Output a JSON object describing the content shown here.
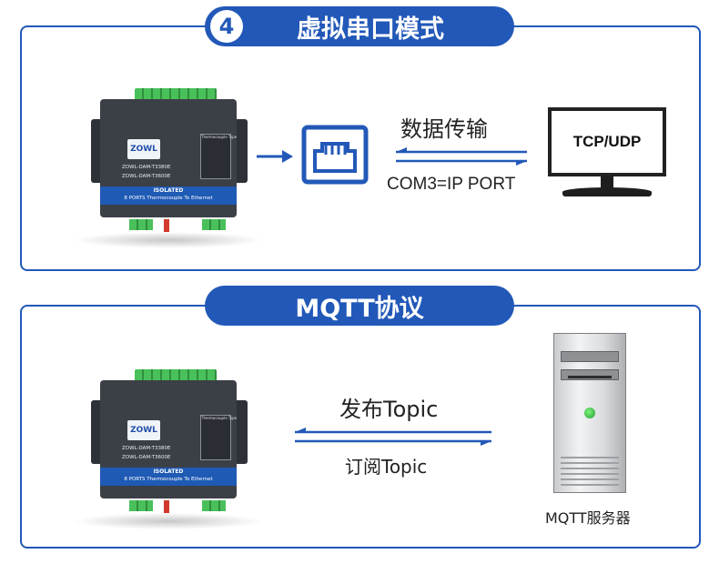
{
  "section1": {
    "number": "4",
    "title": "虚拟串口模式",
    "transfer_label": "数据传输",
    "com_label": "COM3=IP PORT",
    "monitor_text": "TCP/UDP"
  },
  "section2": {
    "title": "MQTT协议",
    "publish_label": "发布Topic",
    "subscribe_label": "订阅Topic",
    "server_label": "MQTT服务器"
  },
  "device": {
    "logo": "ZOWL",
    "model_1": "ZOWL-DAM-T3380E",
    "model_2": "ZOWL-DAM-T3600E",
    "band_line1": "ISOLATED",
    "band_line2": "8 PORTS Thermocouple To Ethernet",
    "panel_label": "Thermocouple Type"
  },
  "colors": {
    "primary": "#2258b8",
    "terminal_green": "#49c05a",
    "device_body": "#3b3f46",
    "led_green": "#1f9f33"
  },
  "icons": {
    "ethernet_port": "ethernet-port-icon",
    "arrow_right": "arrow-right-icon",
    "double_arrow": "double-arrow-icon",
    "monitor": "monitor-icon",
    "server": "server-tower-icon"
  }
}
